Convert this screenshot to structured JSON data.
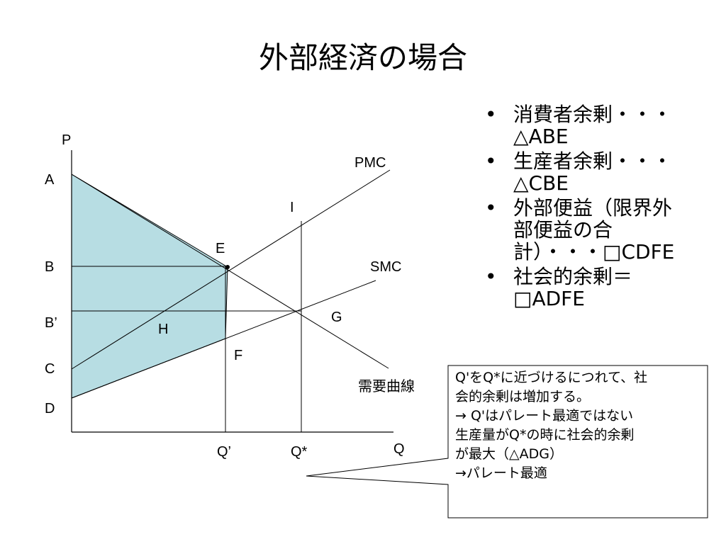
{
  "slide": {
    "title": "外部経済の場合"
  },
  "diagram": {
    "axis_p": "P",
    "axis_q": "Q",
    "y_labels": {
      "A": "A",
      "B": "B",
      "B_prime": "B’",
      "C": "C",
      "D": "D"
    },
    "x_labels": {
      "Q_prime": "Q’",
      "Q_star": "Q*"
    },
    "point_labels": {
      "E": "E",
      "H": "H",
      "F": "F",
      "G": "G",
      "I": "I"
    },
    "curve_labels": {
      "pmc": "PMC",
      "smc": "SMC",
      "demand": "需要曲線"
    },
    "fill_color": "#b7dde3"
  },
  "bullets": [
    {
      "lines": [
        "消費者余剰・・・",
        "△ABE"
      ]
    },
    {
      "lines": [
        "生産者余剰・・・",
        "△CBE"
      ]
    },
    {
      "lines": [
        "外部便益（限界外",
        "部便益の合",
        "計）・・・□CDFE"
      ]
    },
    {
      "lines": [
        "社会的余剰＝",
        "□ADFE"
      ]
    }
  ],
  "callout": {
    "lines": [
      "Q'をQ*に近づけるにつれて、社",
      "会的余剰は増加する。",
      "→ Q'はパレート最適ではない",
      "生産量がQ*の時に社会的余剰",
      "が最大（△ADG）",
      "→パレート最適"
    ]
  }
}
